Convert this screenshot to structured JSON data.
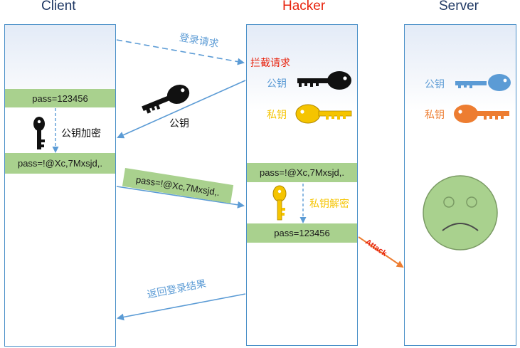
{
  "columns": {
    "client": "Client",
    "hacker": "Hacker",
    "server": "Server"
  },
  "client": {
    "plain": "pass=123456",
    "encrypt_label": "公钥加密",
    "cipher": "pass=!@Xc,7Mxsjd,."
  },
  "hacker": {
    "intercept": "拦截请求",
    "public_key_label": "公钥",
    "private_key_label": "私钥",
    "cipher": "pass=!@Xc,7Mxsjd,.",
    "decrypt_label": "私钥解密",
    "plain": "pass=123456"
  },
  "server": {
    "public_key_label": "公钥",
    "private_key_label": "私钥"
  },
  "arrows": {
    "login_request": "登录请求",
    "public_key": "公钥",
    "cipher_message": "pass=!@Xc,7Mxsjd,.",
    "attack": "Attack",
    "return_result": "返回登录结果"
  },
  "colors": {
    "client_title": "#1f3864",
    "hacker_title": "#e8220c",
    "server_title": "#1f3864",
    "panel_border": "#4a90c8",
    "bar_green": "#a9d18e",
    "arrow_blue": "#5b9bd5",
    "key_gold": "#f5c400",
    "key_blue": "#5b9bd5",
    "key_orange": "#ed7d31",
    "attack_red": "#e8220c",
    "face_green": "#a9d18e"
  }
}
